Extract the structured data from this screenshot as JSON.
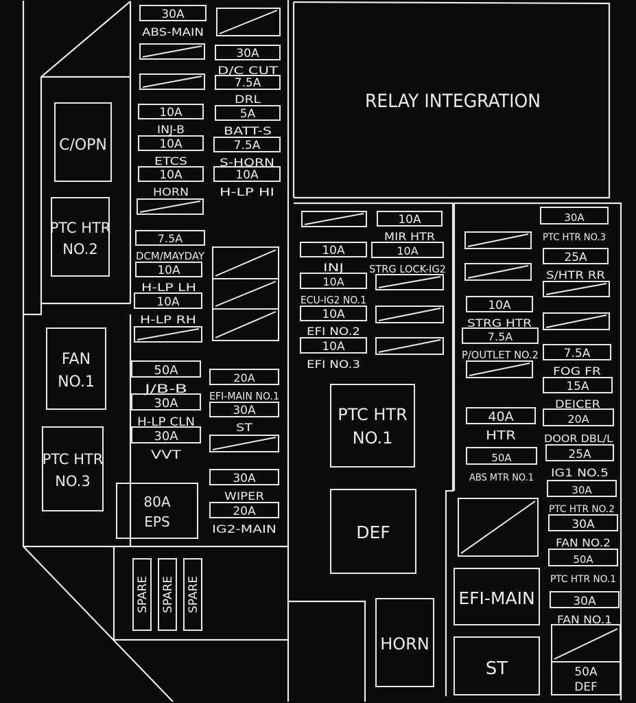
{
  "relay_integration": "RELAY INTEGRATION",
  "blocks": {
    "c_opn": "C/OPN",
    "ptc_htr_no2": [
      "PTC HTR",
      "NO.2"
    ],
    "fan_no1": [
      "FAN",
      "NO.1"
    ],
    "ptc_htr_no3": [
      "PTC HTR",
      "NO.3"
    ],
    "eps": [
      "80A",
      "EPS"
    ],
    "ptc_htr_no1": [
      "PTC HTR",
      "NO.1"
    ],
    "def": "DEF",
    "horn": "HORN",
    "efi_main": "EFI-MAIN",
    "st": "ST",
    "spare": [
      "SPARE",
      "SPARE",
      "SPARE"
    ]
  },
  "fuses": {
    "abs_main": [
      "30A",
      "ABS-MAIN"
    ],
    "dc_cut": [
      "30A",
      "D/C CUT"
    ],
    "drl": [
      "7.5A",
      "DRL"
    ],
    "inj_b": [
      "10A",
      "INJ-B"
    ],
    "batt_s": [
      "5A",
      "BATT-S"
    ],
    "etcs": [
      "10A",
      "ETCS"
    ],
    "s_horn": [
      "7.5A",
      "S-HORN"
    ],
    "horn": [
      "10A",
      "HORN"
    ],
    "h_lp_hi": [
      "10A",
      "H-LP HI"
    ],
    "dcm_mayday": [
      "7.5A",
      "DCM/MAYDAY"
    ],
    "h_lp_lh": [
      "10A",
      "H-LP LH"
    ],
    "h_lp_rh": [
      "10A",
      "H-LP RH"
    ],
    "jb_b": [
      "50A",
      "J/B-B"
    ],
    "h_lp_cln": [
      "30A",
      "H-LP CLN"
    ],
    "vvt": [
      "30A",
      "VVT"
    ],
    "efi_main_no1": [
      "20A",
      "EFI-MAIN NO.1"
    ],
    "st": [
      "30A",
      "ST"
    ],
    "wiper": [
      "30A",
      "WIPER"
    ],
    "ig2_main": [
      "20A",
      "IG2-MAIN"
    ],
    "mir_htr": [
      "10A",
      "MIR HTR"
    ],
    "inj": [
      "10A",
      "INJ"
    ],
    "strg_lock_ig2": [
      "10A",
      "STRG LOCK-IG2"
    ],
    "ecu_ig2_no1": [
      "10A",
      "ECU-IG2 NO.1"
    ],
    "efi_no2": [
      "10A",
      "EFI NO.2"
    ],
    "efi_no3": [
      "10A",
      "EFI NO.3"
    ],
    "strg_htr": [
      "10A",
      "STRG HTR"
    ],
    "p_outlet_no2": [
      "7.5A",
      "P/OUTLET NO.2"
    ],
    "htr": [
      "40A",
      "HTR"
    ],
    "abs_mtr_no1": [
      "50A",
      "ABS MTR NO.1"
    ],
    "ptc_htr_no3": [
      "30A",
      "PTC HTR NO.3"
    ],
    "s_htr_rr": [
      "25A",
      "S/HTR RR"
    ],
    "fog_fr": [
      "7.5A",
      "FOG FR"
    ],
    "deicer": [
      "15A",
      "DEICER"
    ],
    "door_dbl_l": [
      "20A",
      "DOOR DBL/L"
    ],
    "ig1_no5": [
      "25A",
      "IG1 NO.5"
    ],
    "ptc_htr_no2": [
      "30A",
      "PTC HTR NO.2"
    ],
    "fan_no2": [
      "30A",
      "FAN NO.2"
    ],
    "ptc_htr_no1": [
      "50A",
      "PTC HTR NO.1"
    ],
    "fan_no1": [
      "30A",
      "FAN NO.1"
    ],
    "def": [
      "50A",
      "DEF"
    ]
  },
  "colors": {
    "background": "#0b0b0b",
    "line": "#e8e8e8"
  }
}
